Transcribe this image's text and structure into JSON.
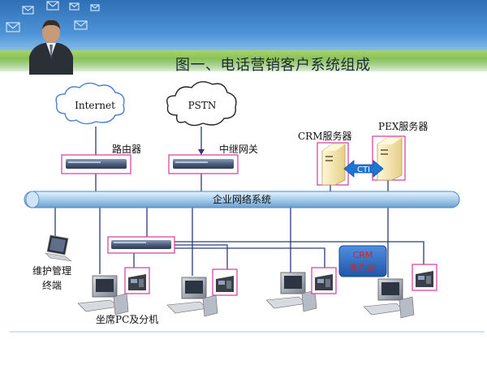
{
  "title": "图一、电话营销客户系统组成",
  "nodes": {
    "internet": "Internet",
    "pstn": "PSTN",
    "router": "路由器",
    "gateway": "中继网关",
    "crm_server": "CRM服务器",
    "pex_server": "PEX服务器",
    "cti": "CTI",
    "network": "企业网络系统",
    "maintenance_line1": "维护管理",
    "maintenance_line2": "终端",
    "crm_client_line1": "CRM",
    "crm_client_line2": "客户端",
    "agent": "坐席PC及分机"
  },
  "colors": {
    "bus": "#9ec6ea",
    "device_frame": "#d53a9a",
    "crm_client": "#2d6fc4",
    "crm_client_text": "#e02020",
    "cti_arrow": "#1f74d4"
  },
  "icons": {
    "internet": "cloud-icon",
    "pstn": "cloud-icon",
    "router": "rack-device-icon",
    "gateway": "rack-device-icon",
    "switch": "rack-device-icon",
    "servers": "server-tower-icon",
    "laptop": "laptop-icon",
    "workstation": "desktop-pc-icon",
    "phone": "desk-phone-icon"
  }
}
